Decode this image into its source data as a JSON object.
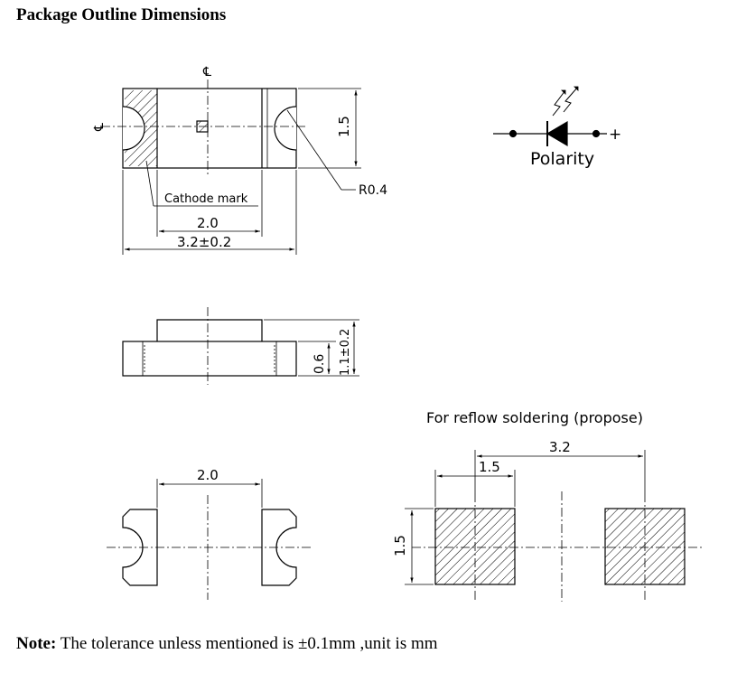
{
  "title": "Package Outline Dimensions",
  "top_view": {
    "centerline_symbol": "℄",
    "cathode_label": "Cathode mark",
    "dim_2_0": "2.0",
    "dim_3_2": "3.2±0.2",
    "dim_1_5": "1.5",
    "radius": "R0.4"
  },
  "polarity": {
    "label": "Polarity",
    "plus": "+"
  },
  "side_view": {
    "dim_0_6": "0.6",
    "dim_1_1": "1.1±0.2"
  },
  "bottom_view": {
    "dim_2_0": "2.0"
  },
  "reflow": {
    "title": "For reflow soldering (propose)",
    "dim_3_2": "3.2",
    "dim_1_5_w": "1.5",
    "dim_1_5_h": "1.5"
  },
  "note": {
    "prefix": "Note:",
    "text": " The tolerance unless mentioned is  ±0.1mm ,unit is mm"
  }
}
